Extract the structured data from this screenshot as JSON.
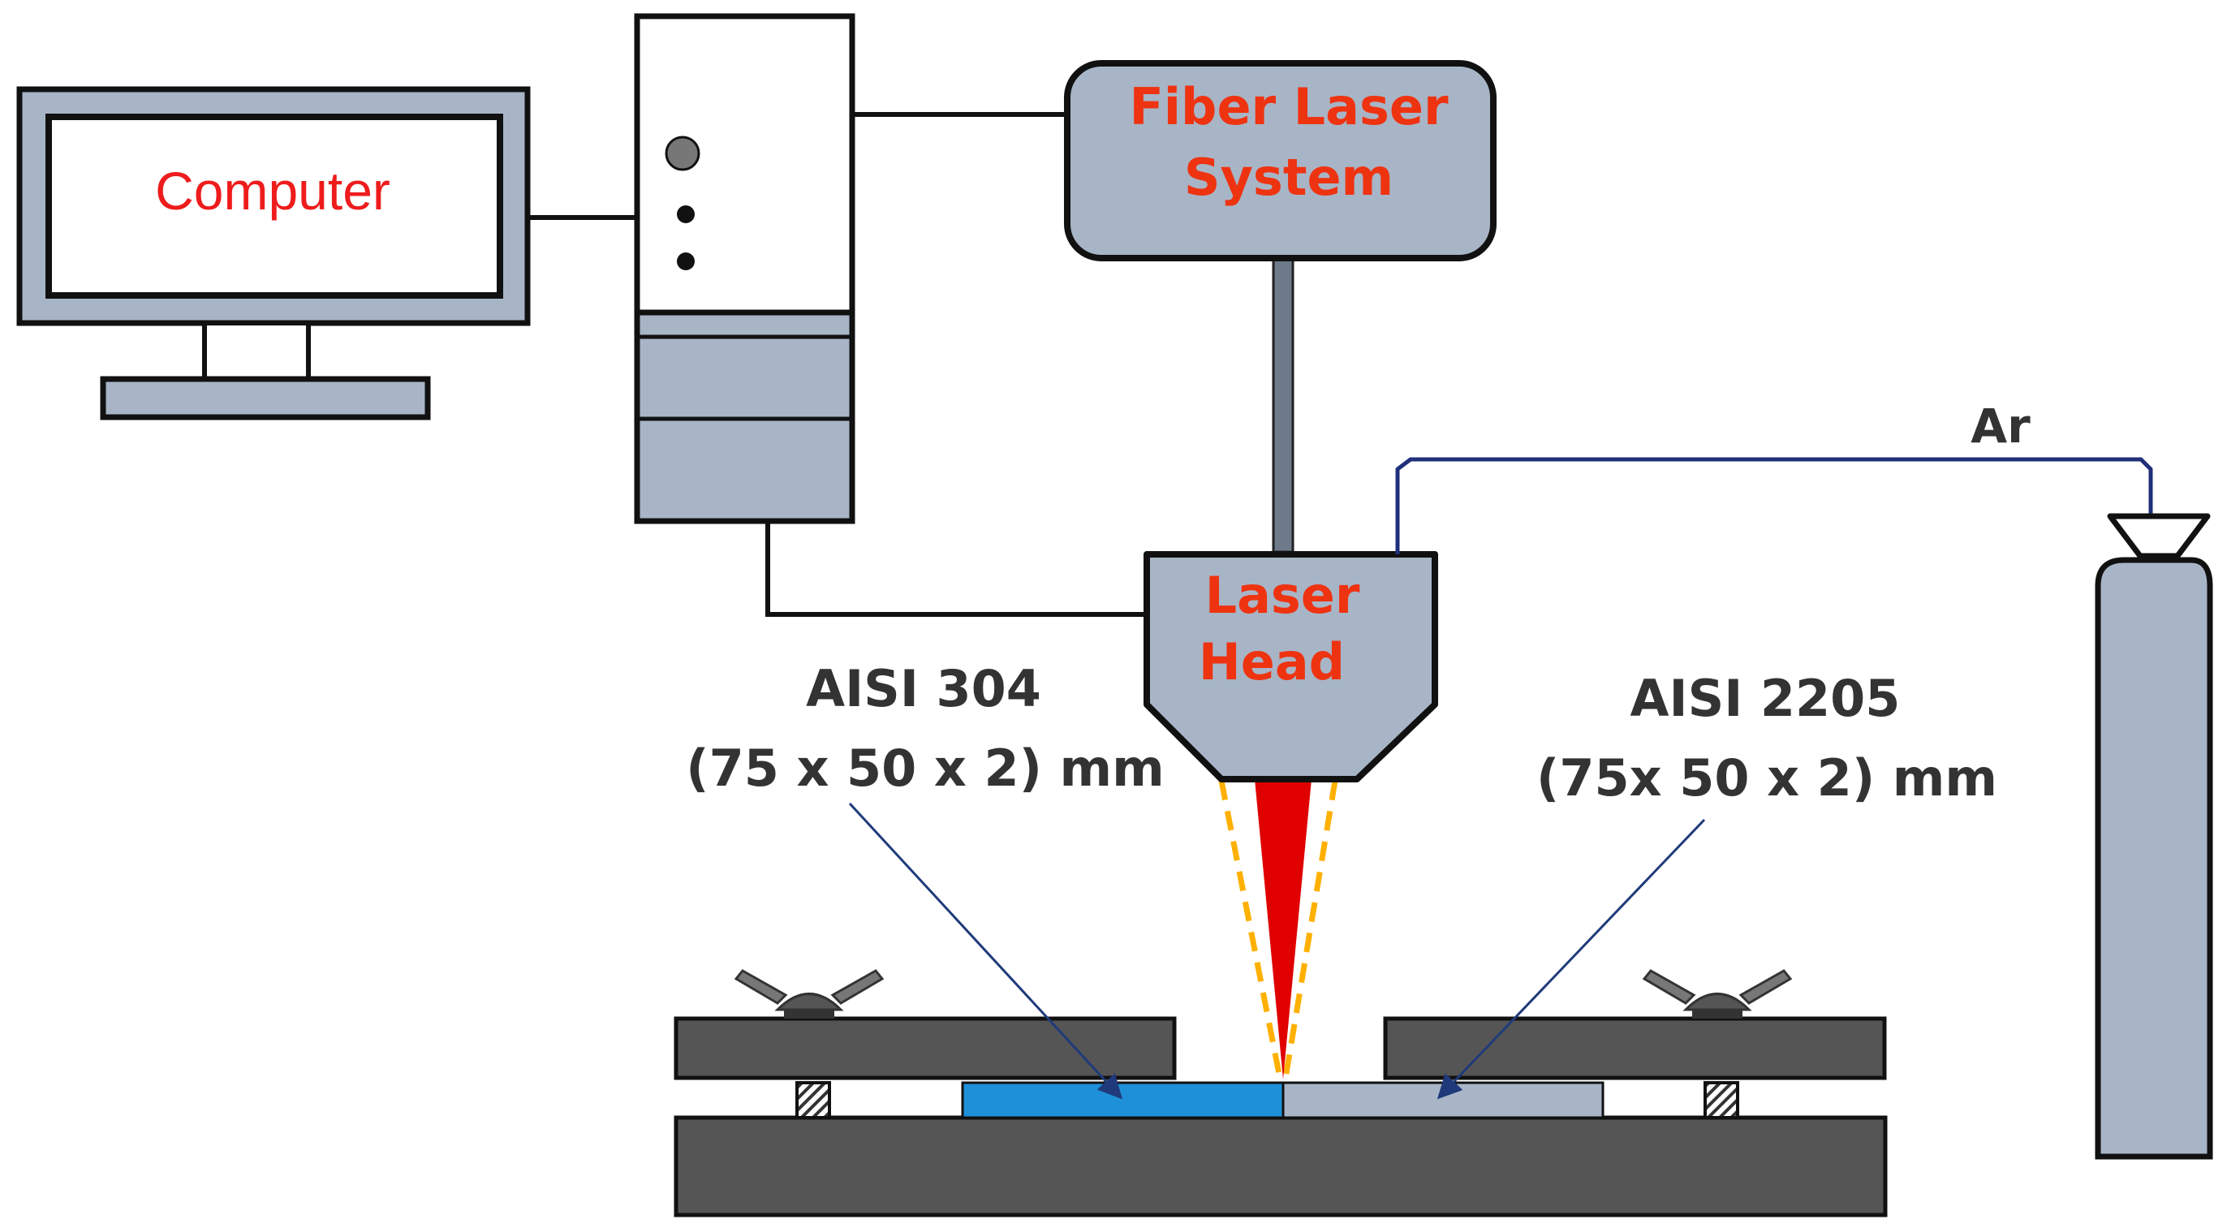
{
  "computer": {
    "label": "Computer"
  },
  "laser_system": {
    "line1": "Fiber Laser",
    "line2": "System"
  },
  "laser_head": {
    "line1": "Laser",
    "line2": "Head"
  },
  "gas": {
    "label": "Ar"
  },
  "left_plate": {
    "line1": "AISI 304",
    "line2": "(75 x 50 x 2) mm"
  },
  "right_plate": {
    "line1": "AISI 2205",
    "line2": "(75x 50 x 2) mm"
  },
  "colors": {
    "component_fill": "#a8b5c6",
    "outline": "#111111",
    "text_red": "#ee1c1c",
    "text_dark": "#333333",
    "fixture": "#555555",
    "plate_304": "#1e90d8",
    "plate_2205": "#a8b5c6",
    "beam": "#e00000",
    "shield_gas": "#ffb000",
    "gas_line": "#1f2f7a",
    "pointer_arrow": "#1f3a7a"
  }
}
